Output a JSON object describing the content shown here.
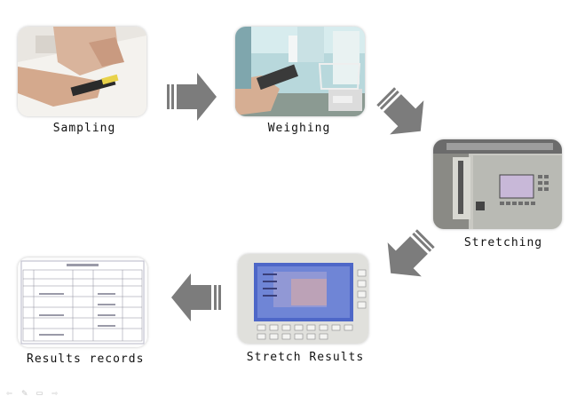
{
  "steps": {
    "sampling": "Sampling",
    "weighing": "Weighing",
    "stretching": "Stretching",
    "stretch_results": "Stretch Results",
    "results_records": "Results records"
  },
  "icons": {
    "prev": "prev-slide-icon",
    "pen": "pen-icon",
    "menu": "menu-icon",
    "next": "next-slide-icon"
  },
  "colors": {
    "arrow": "#7c7c7c",
    "label": "#111111"
  }
}
